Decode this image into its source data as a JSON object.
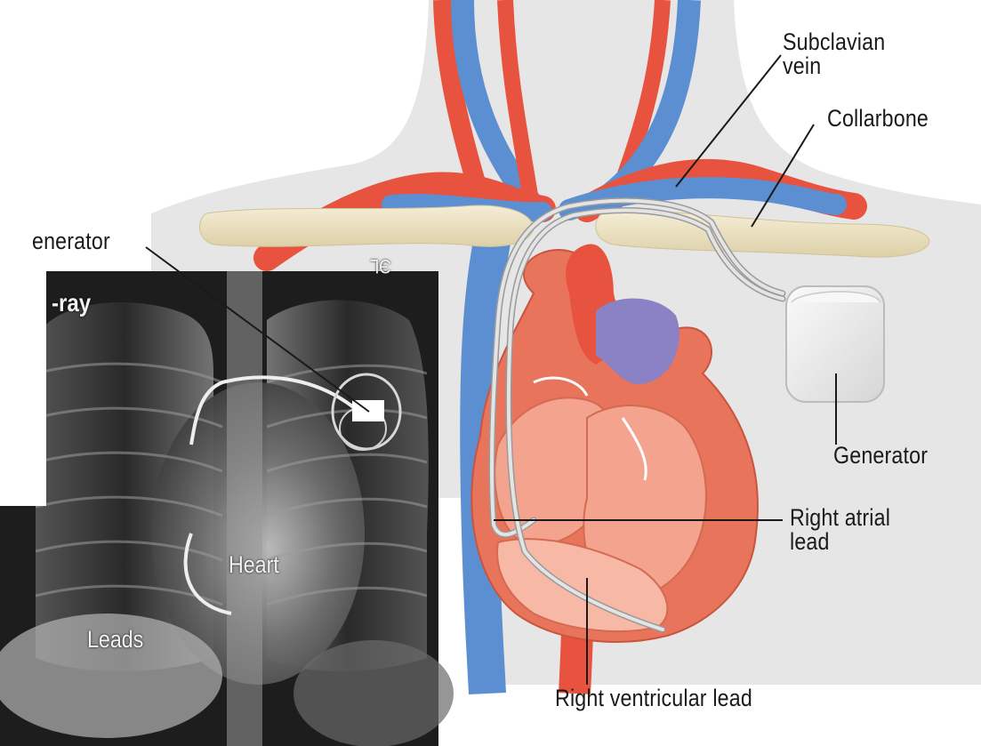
{
  "labels": {
    "subclavian_vein_line1": "Subclavian",
    "subclavian_vein_line2": "vein",
    "collarbone": "Collarbone",
    "generator_right": "Generator",
    "right_atrial_lead_line1": "Right atrial",
    "right_atrial_lead_line2": "lead",
    "right_ventricular_lead": "Right ventricular lead",
    "generator_left": "enerator"
  },
  "xray": {
    "title": "-ray",
    "heart": "Heart",
    "leads": "Leads",
    "marker": "ЭL"
  },
  "colors": {
    "body": "#e6e6e6",
    "vein": "#5b8fd1",
    "artery": "#e8533f",
    "heart_muscle": "#e9745c",
    "heart_inner": "#f4a48e",
    "collarbone": "#ece2c2",
    "generator": "#ededed",
    "xray_bg": "#1c1c1c"
  }
}
